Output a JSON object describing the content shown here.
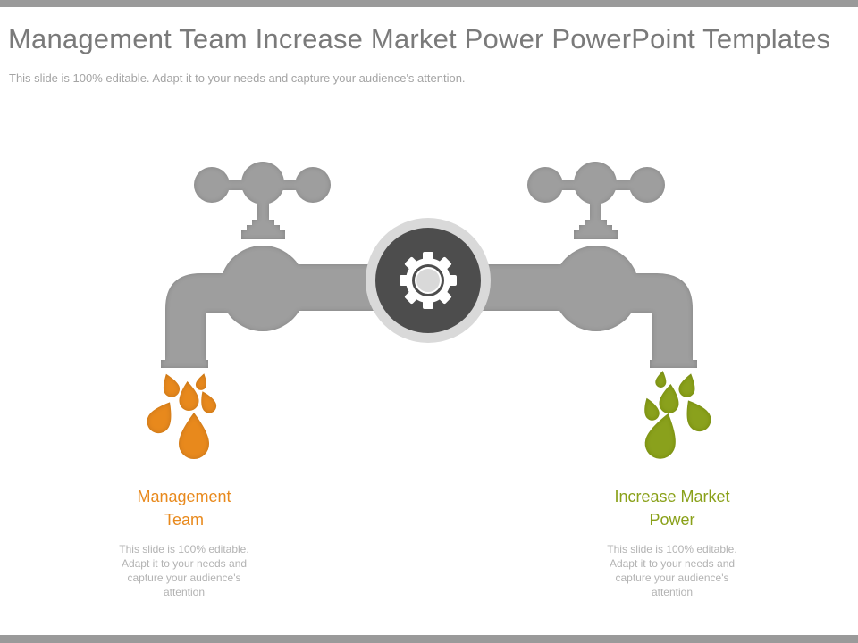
{
  "slide": {
    "title": "Management Team Increase Market Power PowerPoint Templates",
    "subtitle": "This slide is 100% editable. Adapt it to your needs and capture your audience's attention."
  },
  "items": [
    {
      "label": "Management\nTeam",
      "description": "This slide is 100% editable. Adapt it to your needs and capture your audience's attention",
      "color": "#e8891c"
    },
    {
      "label": "Increase Market\nPower",
      "description": "This slide is 100% editable. Adapt it to your needs and capture your audience's attention",
      "color": "#8aa11a"
    }
  ],
  "colors": {
    "pipe": "#9e9e9e",
    "gear_ring": "#d9d9d9",
    "gear_center": "#4d4d4d",
    "bars": "#9a9a9a"
  },
  "icons": {
    "center": "gear-icon",
    "left": "faucet-icon",
    "right": "faucet-icon"
  }
}
